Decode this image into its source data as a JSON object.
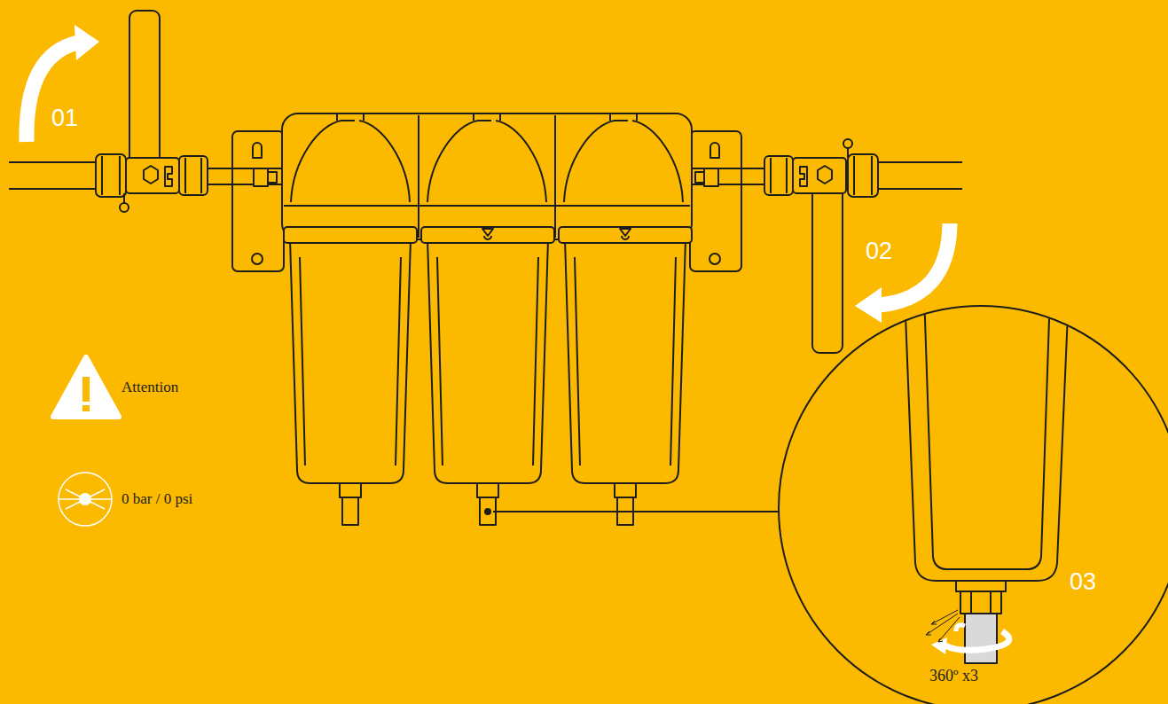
{
  "diagram": {
    "labels": [
      "01",
      "02",
      "Attention",
      "03",
      "0 bar / 0 psi",
      "360º x3"
    ]
  }
}
